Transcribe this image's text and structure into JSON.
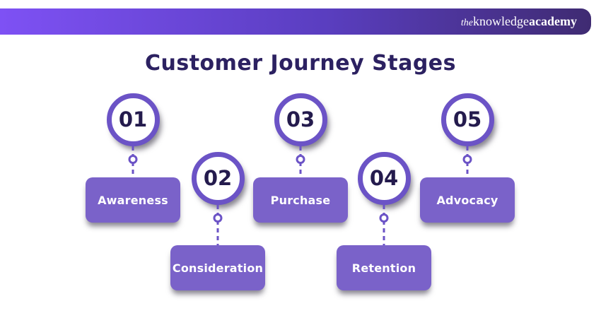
{
  "header": {
    "logo_prefix": "the",
    "logo_word1": "knowledge",
    "logo_word2": "academy"
  },
  "title": "Customer Journey Stages",
  "stages": [
    {
      "number": "01",
      "label": "Awareness"
    },
    {
      "number": "02",
      "label": "Consideration"
    },
    {
      "number": "03",
      "label": "Purchase"
    },
    {
      "number": "04",
      "label": "Retention"
    },
    {
      "number": "05",
      "label": "Advocacy"
    }
  ],
  "colors": {
    "header_left": "#7e51f4",
    "header_mid": "#5a3ec0",
    "header_right": "#3f2b72",
    "title_color": "#2c2161",
    "circle_border": "#6b53c6",
    "box_fill": "#7a62c9",
    "number_color": "#241b4d"
  }
}
